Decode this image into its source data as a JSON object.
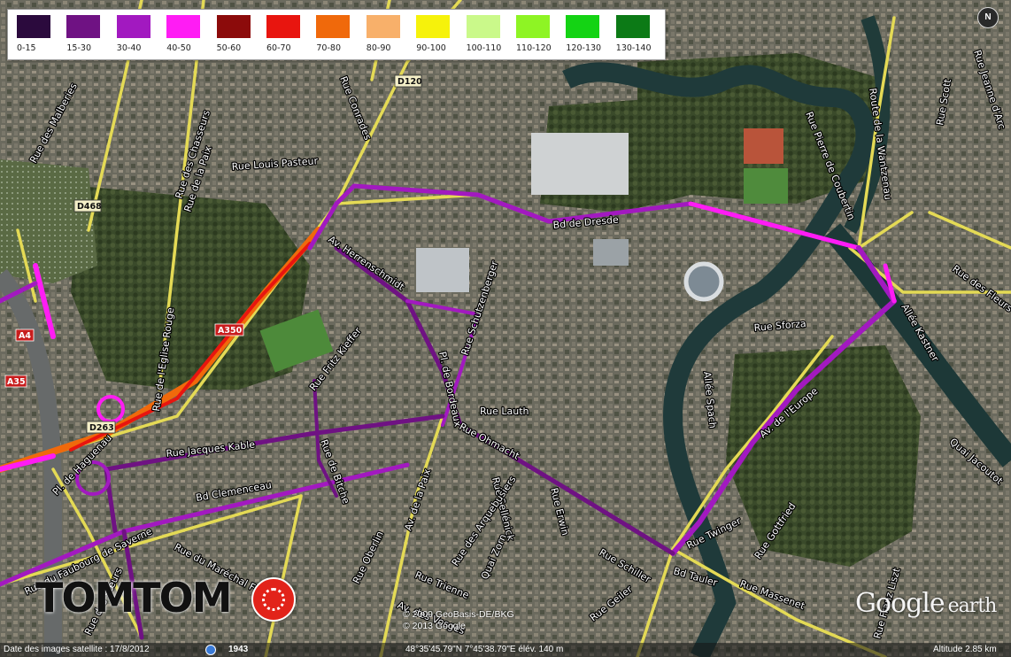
{
  "legend": [
    {
      "label": "0-15",
      "color": "#2b0a3d"
    },
    {
      "label": "15-30",
      "color": "#6f1283"
    },
    {
      "label": "30-40",
      "color": "#a219c0"
    },
    {
      "label": "40-50",
      "color": "#ff1cf4"
    },
    {
      "label": "50-60",
      "color": "#8c0b0b"
    },
    {
      "label": "60-70",
      "color": "#e8150f"
    },
    {
      "label": "70-80",
      "color": "#f0690b"
    },
    {
      "label": "80-90",
      "color": "#f8b06a"
    },
    {
      "label": "90-100",
      "color": "#f6f20b"
    },
    {
      "label": "100-110",
      "color": "#caf98a"
    },
    {
      "label": "110-120",
      "color": "#8ef424"
    },
    {
      "label": "120-130",
      "color": "#14d314"
    },
    {
      "label": "130-140",
      "color": "#0c7a16"
    }
  ],
  "compass_label": "N",
  "road_shields": [
    {
      "label": "D120"
    },
    {
      "label": "D468"
    },
    {
      "label": "A4"
    },
    {
      "label": "A35"
    },
    {
      "label": "A350"
    },
    {
      "label": "D263"
    }
  ],
  "streets": [
    "Rue des Malberies",
    "Rue des Chasseurs",
    "Rue de la Paix",
    "Rue Louis Pasteur",
    "Rue Conrades",
    "Rue de l'Eglise Rouge",
    "Av. Herrenschmidt",
    "Rue Fritz Kieffer",
    "Rue Schutzenberger",
    "Pl. de Bordeaux",
    "Bd de Dresde",
    "Rue Pierre de Coubertin",
    "Route de la Wantzenau",
    "Rue Scott",
    "Rue Jeanne d'Arc",
    "Rue des Fleurs",
    "Allée Kastner",
    "Rue Sforza",
    "Allée Spach",
    "Av. de l'Europe",
    "Quai Jacoutot",
    "Rue Lauth",
    "Rue Jacques Kable",
    "Rue Ohmacht",
    "Av. de la Paix",
    "Bd Clemenceau",
    "Pl. de Haguenau",
    "Rue de Bitche",
    "Rue Erwin",
    "Rue Sellénick",
    "Rue des Arquebusiers",
    "Quai Zorn",
    "Rue du Maréchal Foch",
    "Rue des Sœurs",
    "Rue Oberlin",
    "Rue Schiller",
    "Rue Twinger",
    "Bd Tauler",
    "Rue Gottfried",
    "Rue Massenet",
    "Rue Geiler",
    "Av. des Vosges",
    "Rue Trienne",
    "Rue du Faubourg de Saverne",
    "Rue Franz Liszt"
  ],
  "branding": {
    "tomtom": "TOMTOM",
    "google_earth": "Google",
    "google_earth_suffix": "earth"
  },
  "copyright": {
    "line1": "© 2009 GeoBasis-DE/BKG",
    "line2": "© 2013 Google"
  },
  "status": {
    "imagery_date": "Date des images satellite : 17/8/2012",
    "year": "1943",
    "coordinates": "48°35'45.79\"N   7°45'38.79\"E  élév.  140 m",
    "altitude": "Altitude    2.85 km"
  },
  "colors": {
    "satellite_base": "#3e4a33",
    "road_yellow": "#e4da55",
    "river": "#1f3a3a"
  }
}
